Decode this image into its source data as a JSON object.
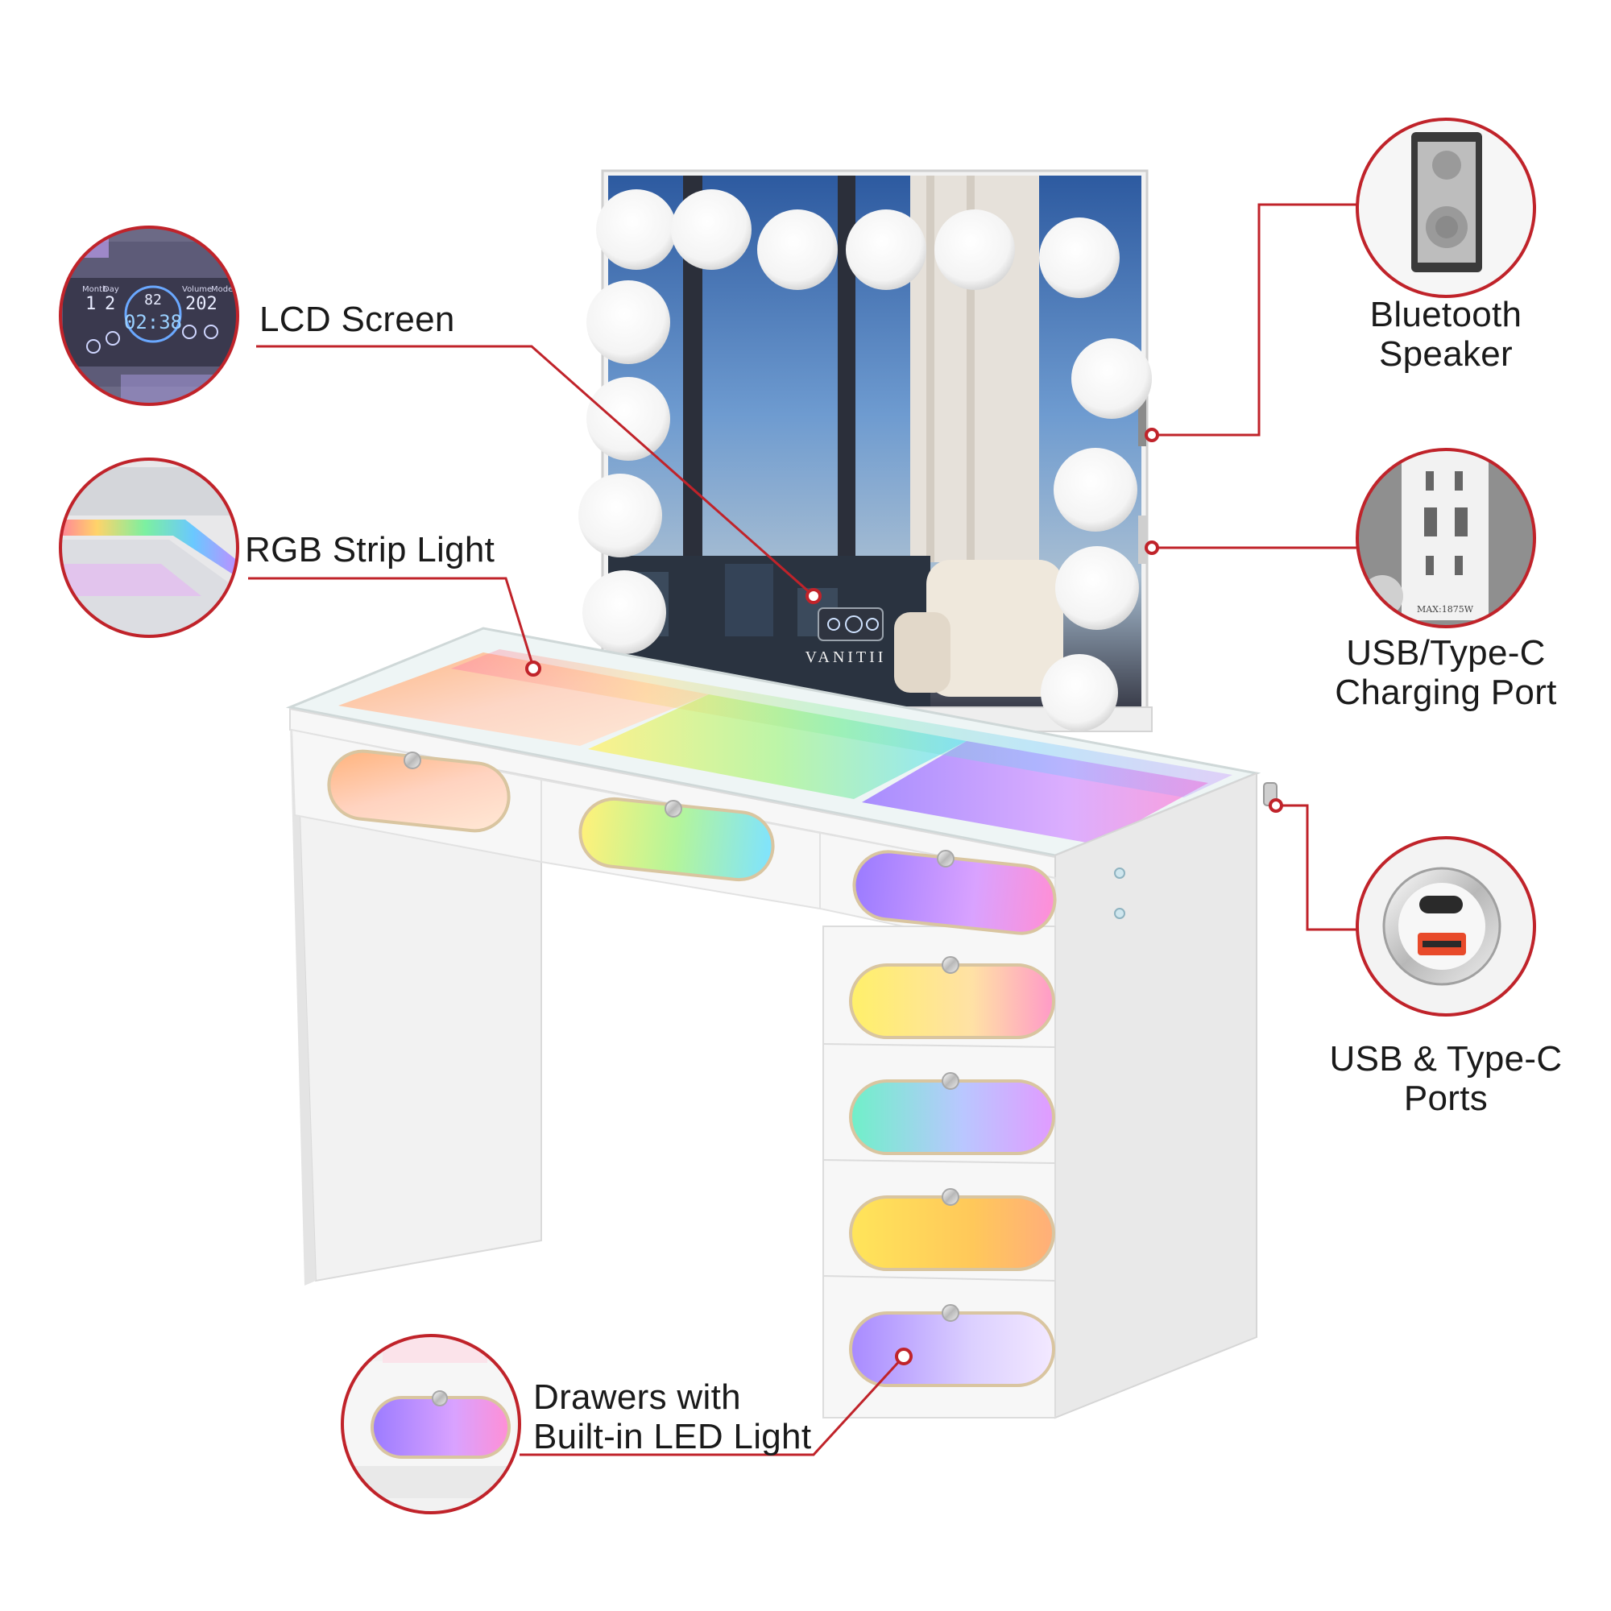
{
  "callouts": {
    "lcd_screen": {
      "label": "LCD Screen"
    },
    "rgb_strip_light": {
      "label": "RGB Strip Light"
    },
    "bluetooth_speaker": {
      "line1": "Bluetooth",
      "line2": "Speaker"
    },
    "charging_port": {
      "line1": "USB/Type-C",
      "line2": "Charging Port"
    },
    "usb_typec_ports": {
      "line1": "USB & Type-C",
      "line2": "Ports"
    },
    "drawers": {
      "line1": "Drawers with",
      "line2": "Built-in LED Light"
    }
  },
  "lcd_display": {
    "month_label": "Month",
    "day_label": "Day",
    "volume_label": "Volume",
    "mode_label": "Mode",
    "month": "1",
    "day": "2",
    "temp": "82",
    "time": "02:38",
    "year": "202"
  },
  "mirror": {
    "brand": "VANITII"
  },
  "outlet": {
    "rating": "MAX:1875W"
  },
  "colors": {
    "callout_red": "#c0232a",
    "text": "#1a1a1a",
    "furniture": "#f4f4f4"
  }
}
